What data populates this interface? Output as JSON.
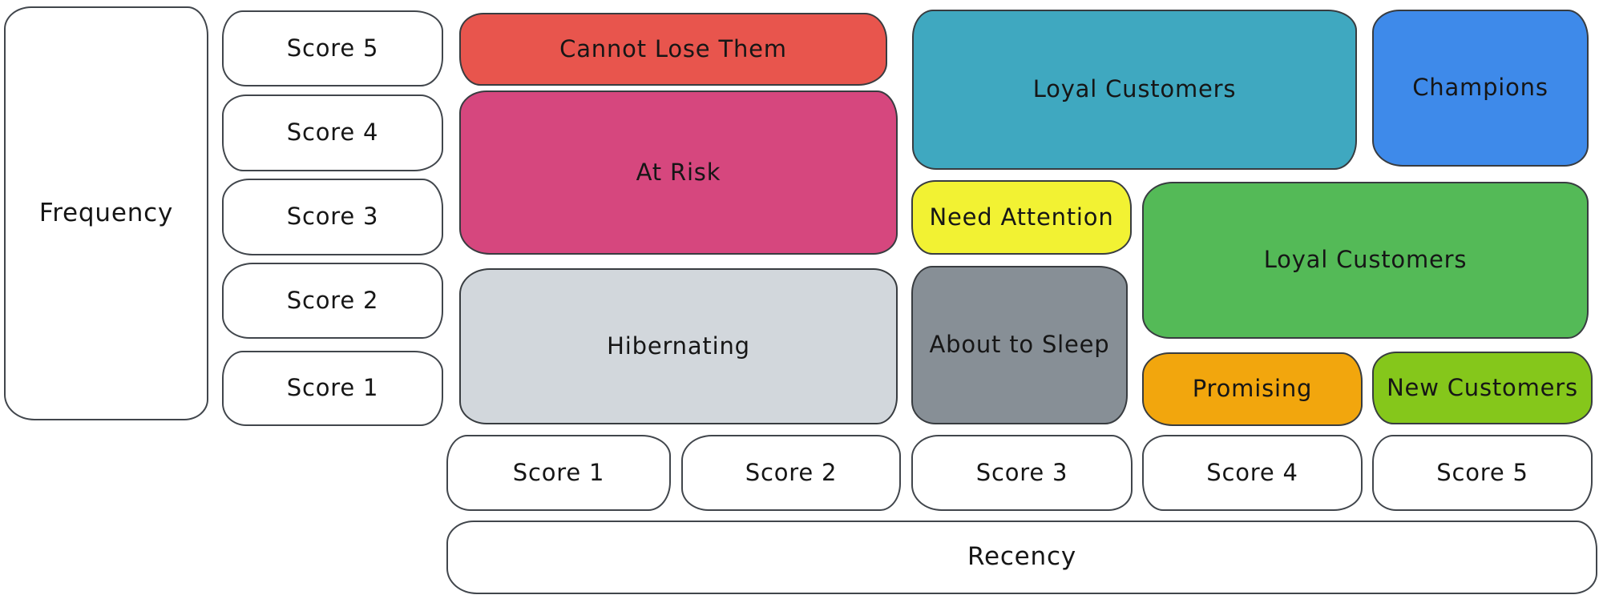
{
  "axis": {
    "frequency": {
      "label": "Frequency",
      "scores": [
        "Score 5",
        "Score 4",
        "Score 3",
        "Score 2",
        "Score 1"
      ]
    },
    "recency": {
      "label": "Recency",
      "scores": [
        "Score 1",
        "Score 2",
        "Score 3",
        "Score 4",
        "Score 5"
      ]
    }
  },
  "segments": [
    {
      "id": "cannot-lose-them",
      "label": "Cannot Lose Them",
      "color": "#e8554d"
    },
    {
      "id": "at-risk",
      "label": "At Risk",
      "color": "#d6477e"
    },
    {
      "id": "hibernating",
      "label": "Hibernating",
      "color": "#d2d7dc"
    },
    {
      "id": "loyal-customers-top",
      "label": "Loyal Customers",
      "color": "#3fa8c0"
    },
    {
      "id": "champions",
      "label": "Champions",
      "color": "#3e8aea"
    },
    {
      "id": "need-attention",
      "label": "Need Attention",
      "color": "#f2f233"
    },
    {
      "id": "loyal-customers-mid",
      "label": "Loyal Customers",
      "color": "#54ba57"
    },
    {
      "id": "about-to-sleep",
      "label": "About to Sleep",
      "color": "#878f96"
    },
    {
      "id": "promising",
      "label": "Promising",
      "color": "#f2a60d"
    },
    {
      "id": "new-customers",
      "label": "New Customers",
      "color": "#85c71b"
    }
  ],
  "style": {
    "border_color": "#383c40",
    "text_color": "#161616",
    "background": "#ffffff"
  }
}
